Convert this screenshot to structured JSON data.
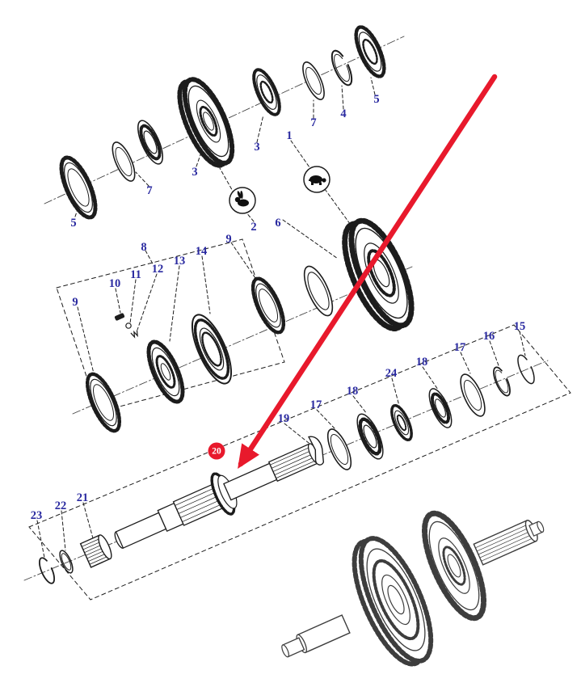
{
  "colors": {
    "label_blue": "#2a2aa0",
    "arrow_red": "#e8192c",
    "line_black": "#1c1c1c"
  },
  "callout": {
    "number": "20"
  },
  "speed_icons": {
    "fast_icon": "rabbit",
    "slow_icon": "turtle"
  },
  "part_labels": [
    {
      "text": "5"
    },
    {
      "text": "7"
    },
    {
      "text": "3"
    },
    {
      "text": "3"
    },
    {
      "text": "2"
    },
    {
      "text": "6"
    },
    {
      "text": "1"
    },
    {
      "text": "7"
    },
    {
      "text": "4"
    },
    {
      "text": "5"
    },
    {
      "text": "8"
    },
    {
      "text": "9"
    },
    {
      "text": "14"
    },
    {
      "text": "13"
    },
    {
      "text": "12"
    },
    {
      "text": "11"
    },
    {
      "text": "10"
    },
    {
      "text": "9"
    },
    {
      "text": "15"
    },
    {
      "text": "16"
    },
    {
      "text": "17"
    },
    {
      "text": "18"
    },
    {
      "text": "24"
    },
    {
      "text": "18"
    },
    {
      "text": "17"
    },
    {
      "text": "19"
    },
    {
      "text": "21"
    },
    {
      "text": "22"
    },
    {
      "text": "23"
    }
  ]
}
